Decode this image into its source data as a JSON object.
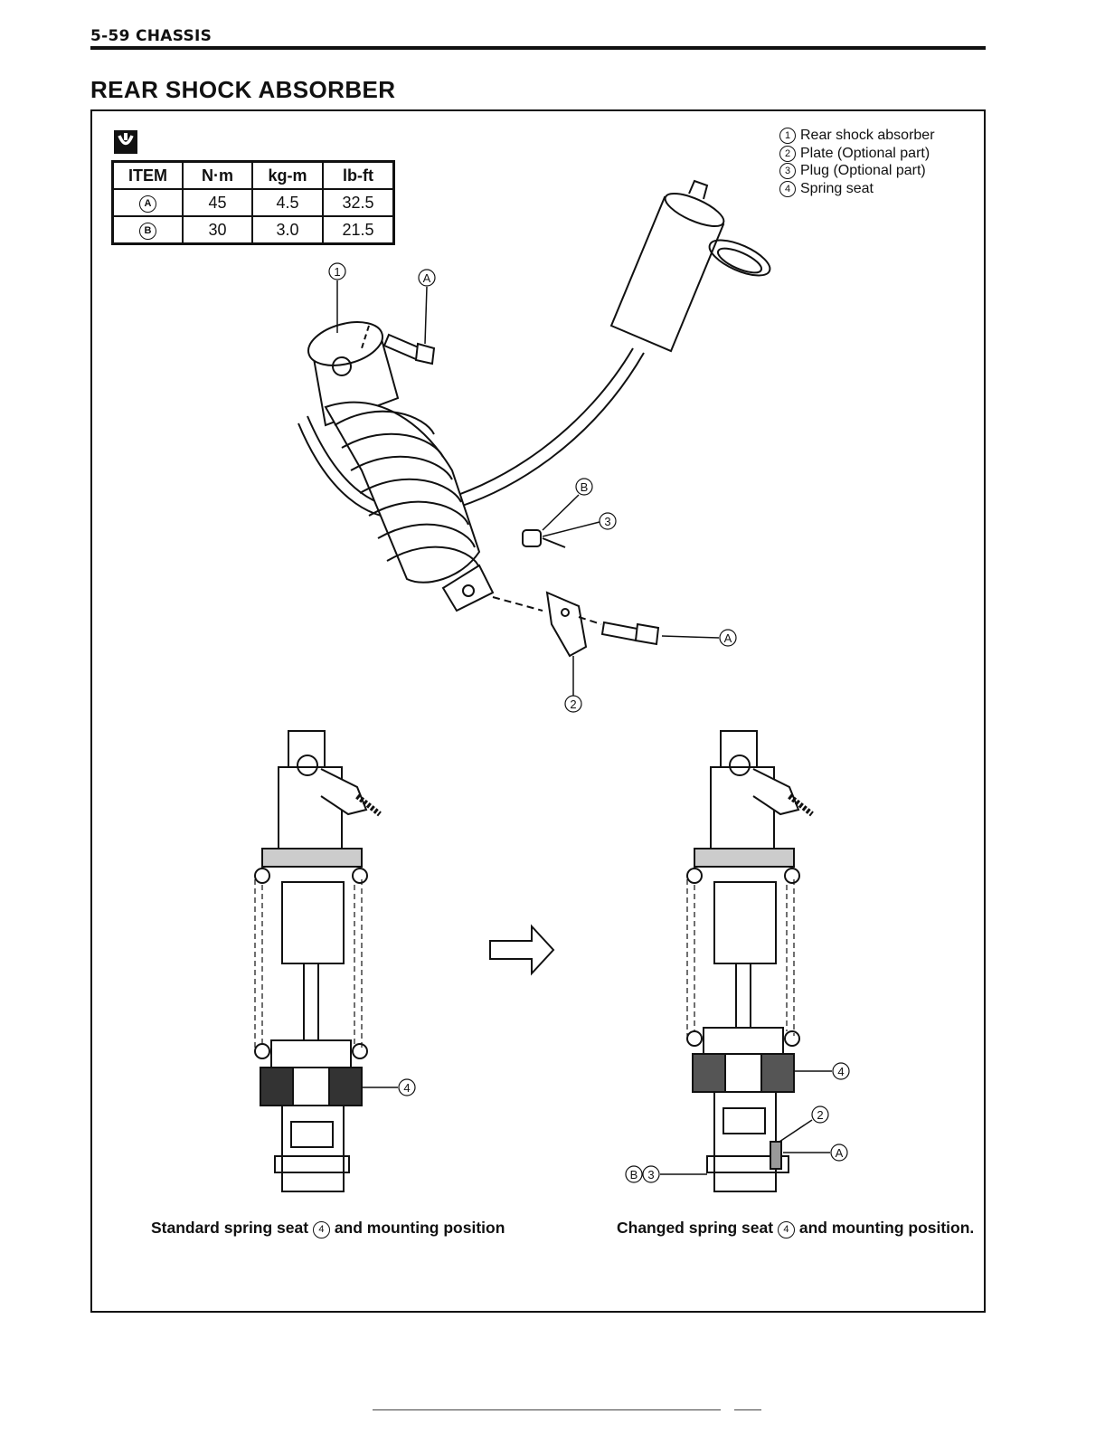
{
  "header": {
    "section": "5-59 CHASSIS"
  },
  "title": "REAR SHOCK ABSORBER",
  "torque_table": {
    "columns": [
      "ITEM",
      "N·m",
      "kg-m",
      "lb-ft"
    ],
    "rows": [
      [
        "A",
        "45",
        "4.5",
        "32.5"
      ],
      [
        "B",
        "30",
        "3.0",
        "21.5"
      ]
    ]
  },
  "legend": [
    {
      "num": "1",
      "text": "Rear shock absorber"
    },
    {
      "num": "2",
      "text": "Plate (Optional part)"
    },
    {
      "num": "3",
      "text": "Plug (Optional part)"
    },
    {
      "num": "4",
      "text": "Spring seat"
    }
  ],
  "callouts": {
    "c1": "1",
    "c2": "2",
    "c3": "3",
    "c4": "4",
    "cA": "A",
    "cB": "B"
  },
  "captions": {
    "left_pre": "Standard spring seat",
    "left_num": "4",
    "left_post": "and mounting position",
    "right_pre": "Changed spring seat",
    "right_num": "4",
    "right_post": "and mounting position."
  }
}
